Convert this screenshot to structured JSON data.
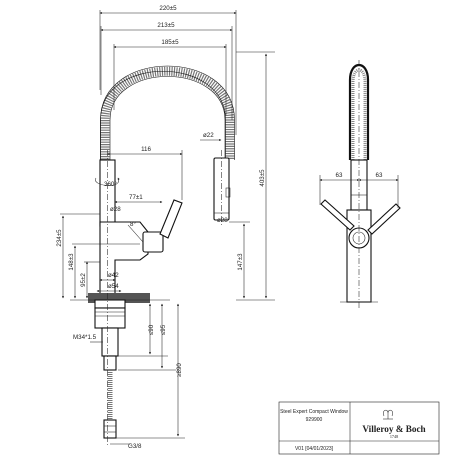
{
  "drawing": {
    "dimensions": {
      "overall_width": "220±5",
      "spout_width": "213±5",
      "hose_width": "185±5",
      "hose_dia": "ø22",
      "reach": "116",
      "rotation": "360°",
      "body_dia_upper": "ø28",
      "lever_offset": "77±1",
      "lever_angle": "8°",
      "spray_head_dia": "ø28",
      "height_total": "403±5",
      "height_outlet": "234±5",
      "height_lever": "148±3",
      "height_right": "147±3",
      "base_dia_42": "ø42",
      "base_height": "95±2",
      "base_dia_54": "ø54",
      "thread": "M34*1.5",
      "depth_90": "≤90",
      "depth_95": "≤95",
      "hose_length": "≥890",
      "hose_connector": "G3/8",
      "side_left": "63",
      "side_right": "63"
    }
  },
  "title_block": {
    "product_name": "Steel Expert Compact Window",
    "product_code": "929900",
    "version": "V01 [04/01/2023]"
  },
  "brand": {
    "name": "Villeroy & Boch",
    "year": "1748"
  }
}
